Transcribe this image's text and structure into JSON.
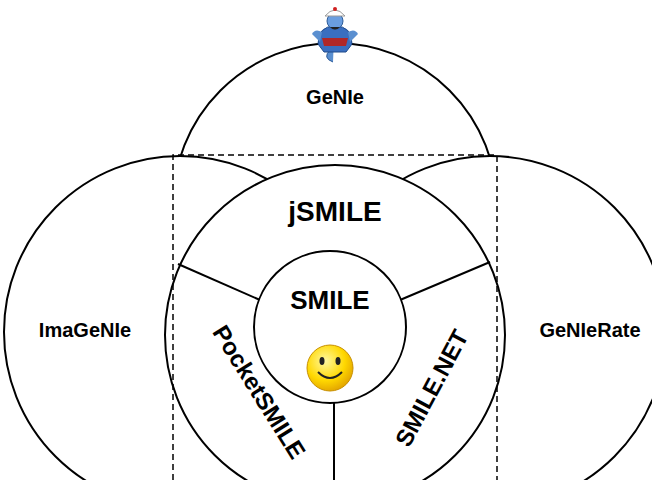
{
  "diagram": {
    "nodes": [
      {
        "text": [
          "GeNIe"
        ]
      },
      {
        "text": [
          "ImaGeNIe"
        ]
      },
      {
        "text": [
          "jSMILE"
        ]
      },
      {
        "text": [
          "SMILE"
        ]
      },
      {
        "text": [
          "PocketSMILE"
        ]
      },
      {
        "text": [
          "SMILE.NET"
        ]
      },
      {
        "text": [
          "GeNIeRate"
        ]
      }
    ]
  }
}
